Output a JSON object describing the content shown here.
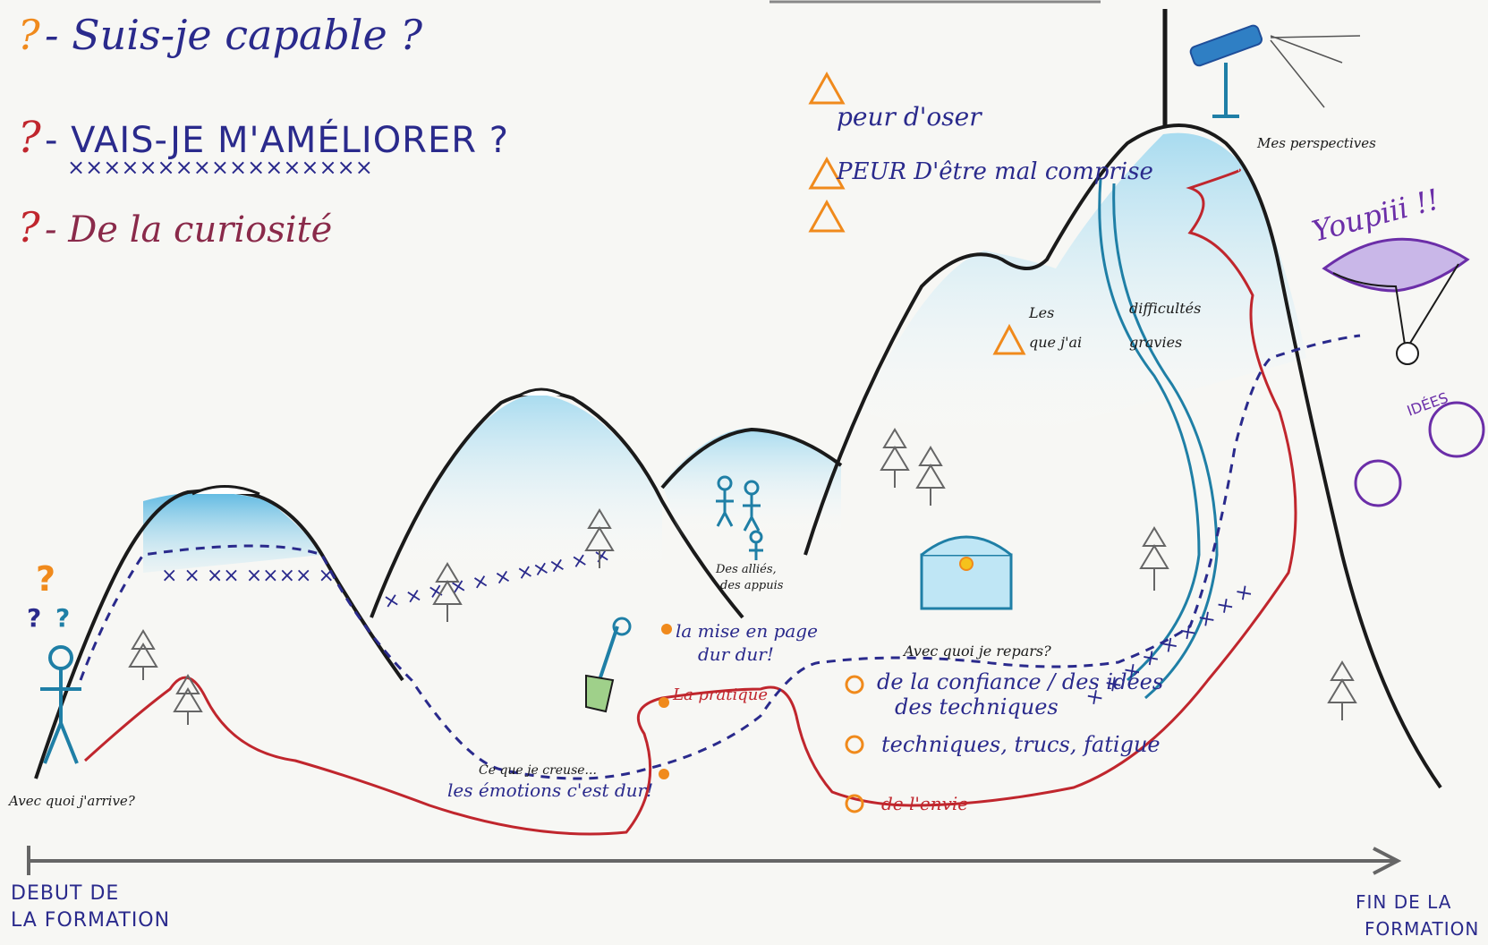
{
  "questions": [
    {
      "mark": "?",
      "text": "- Suis-je capable ?"
    },
    {
      "mark": "?",
      "text": "- VAIS-JE M'AMÉLIORER ?",
      "underline": "×××××××××××××××××"
    },
    {
      "mark": "?",
      "text": "- De la curiosité"
    }
  ],
  "fears": [
    {
      "text": "peur d'oser"
    },
    {
      "text": "PEUR D'être mal comprise"
    },
    {
      "text": ""
    }
  ],
  "labels": {
    "arrival": "Avec quoi j'arrive?",
    "dig": "Ce que je creuse...",
    "emotions": "les émotions c'est dur!",
    "allies_1": "Des alliés,",
    "allies_2": "des appuis",
    "layout_1": "la mise en page",
    "layout_2": "dur dur!",
    "practice": "La pratique",
    "leave_with": "Avec quoi je repars?",
    "confidence_1": "de la confiance / des idées",
    "confidence_2": "des techniques",
    "techniques": "techniques, trucs, fatigue",
    "desire": "de l'envie",
    "difficulties_1": "Les",
    "difficulties_2": "difficultés",
    "difficulties_3": "que j'ai",
    "difficulties_4": "gravies",
    "perspectives": "Mes perspectives",
    "youpi": "Youpiii !!",
    "ideas": "IDÉES"
  },
  "timeline": {
    "start_1": "DEBUT DE",
    "start_2": "LA FORMATION",
    "end_1": "FIN DE LA",
    "end_2": "FORMATION"
  },
  "colors": {
    "ink": "#1a1a1a",
    "navy": "#2a2a8c",
    "red": "#c0262d",
    "orange": "#f08a1c",
    "teal": "#1f7fa6",
    "sky": "#7fcbe8",
    "purple": "#6b2ea8",
    "maroon": "#8a2a4a"
  }
}
